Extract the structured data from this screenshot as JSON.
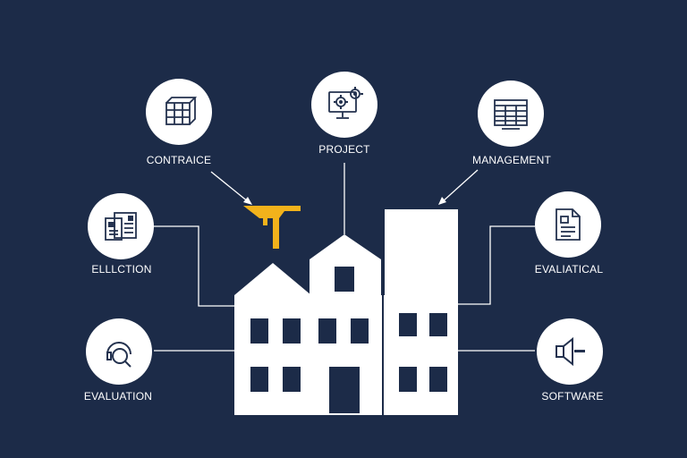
{
  "diagram": {
    "nodes": [
      {
        "id": "contraice",
        "label": "CONTRAICE",
        "icon": "grid-box-icon"
      },
      {
        "id": "project",
        "label": "PROJECT",
        "icon": "monitor-gears-icon"
      },
      {
        "id": "management",
        "label": "MANAGEMENT",
        "icon": "spreadsheet-icon"
      },
      {
        "id": "ellection",
        "label": "ELLLCTION",
        "icon": "documents-stack-icon"
      },
      {
        "id": "evaliatical",
        "label": "EVALIATICAL",
        "icon": "document-icon"
      },
      {
        "id": "evaluation",
        "label": "EVALUATION",
        "icon": "headset-search-icon"
      },
      {
        "id": "software",
        "label": "SOFTWARE",
        "icon": "speaker-icon"
      }
    ],
    "colors": {
      "background": "#1c2b48",
      "foreground": "#ffffff",
      "accent": "#f2b21b",
      "icon": "#24324f"
    },
    "central_icon": "building-icon",
    "accent_icon": "crane-hook-icon"
  }
}
